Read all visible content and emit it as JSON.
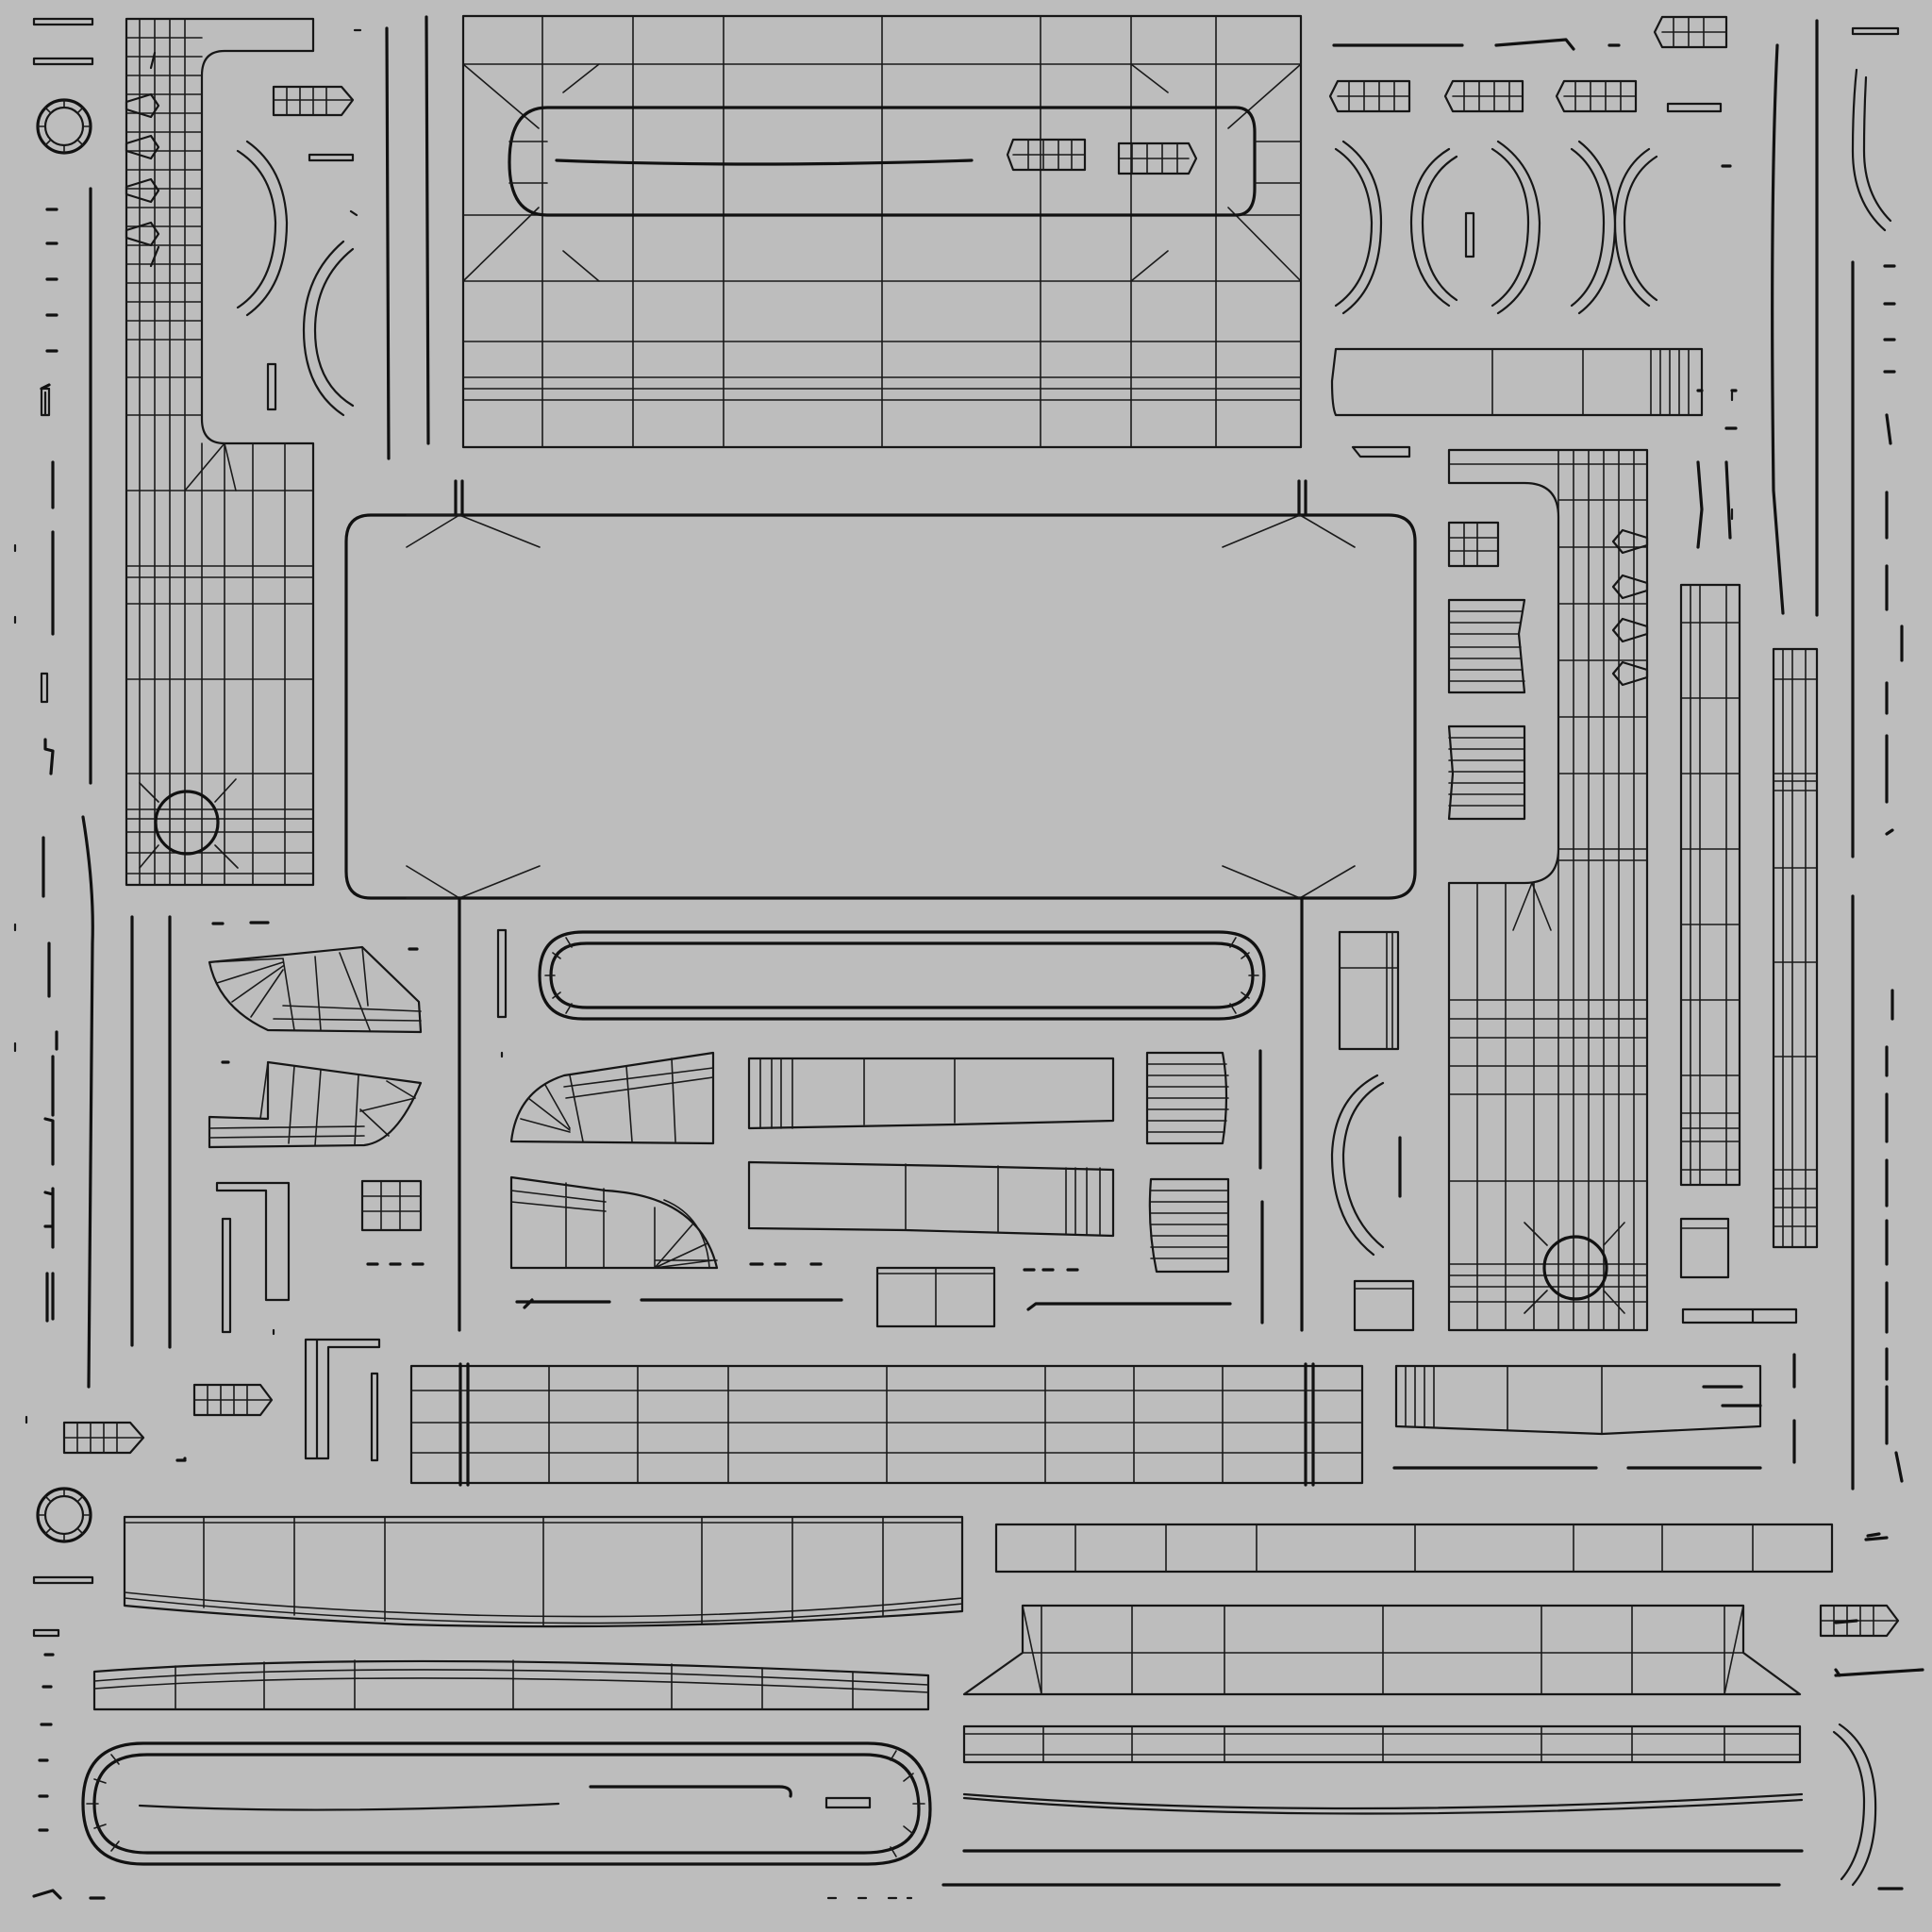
{
  "diagram": {
    "kind": "uv-wireframe-layout",
    "background_color": "#bdbdbd",
    "stroke_color": "#1a1a1a"
  },
  "islands": [
    {
      "name": "uv-island-large-panel"
    },
    {
      "name": "uv-island-top-panel"
    },
    {
      "name": "uv-island-left-frame"
    },
    {
      "name": "uv-island-right-frame"
    },
    {
      "name": "uv-island-racetrack-top"
    },
    {
      "name": "uv-island-racetrack-middle"
    },
    {
      "name": "uv-island-racetrack-bottom"
    },
    {
      "name": "uv-island-long-strip-middle"
    },
    {
      "name": "uv-island-long-strip-bottom-left"
    },
    {
      "name": "uv-island-long-strip-bottom-right"
    },
    {
      "name": "uv-island-trapezoid-strip"
    },
    {
      "name": "uv-island-right-column-a"
    },
    {
      "name": "uv-island-right-column-b"
    },
    {
      "name": "uv-island-curved-fan-pieces"
    },
    {
      "name": "uv-island-arc-pieces"
    },
    {
      "name": "uv-island-small-parts"
    }
  ]
}
